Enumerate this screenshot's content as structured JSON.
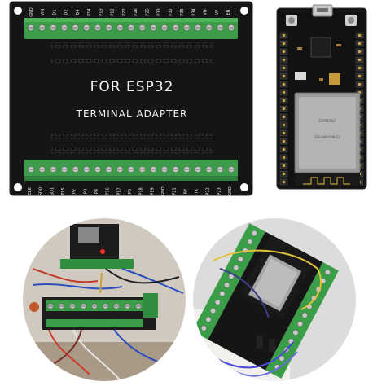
{
  "adapter": {
    "title_line1": "FOR ESP32",
    "title_line2": "TERMINAL ADAPTER",
    "top_pin_labels": [
      "GND",
      "VIN",
      "D1",
      "D2",
      "D4",
      "P14",
      "P13",
      "P12",
      "P27",
      "P26",
      "P25",
      "P33",
      "P32",
      "P35",
      "P34",
      "VN",
      "VP",
      "EN"
    ],
    "bottom_pin_labels": [
      "CLK",
      "SD0",
      "SD1",
      "P15",
      "P2",
      "P0",
      "P4",
      "P16",
      "P17",
      "P5",
      "P18",
      "P19",
      "GND",
      "P21",
      "RX",
      "TX",
      "P22",
      "P23",
      "GND"
    ],
    "board_color": "#141414",
    "terminal_color": "#3d9c4a"
  },
  "module": {
    "chip_label": "ESP-WROOM-32",
    "chip_brand": "ESPRESSIF"
  },
  "photos": {
    "left": {
      "label": "wired-adapter-photo"
    },
    "right": {
      "label": "esp32-mounted-photo"
    }
  }
}
